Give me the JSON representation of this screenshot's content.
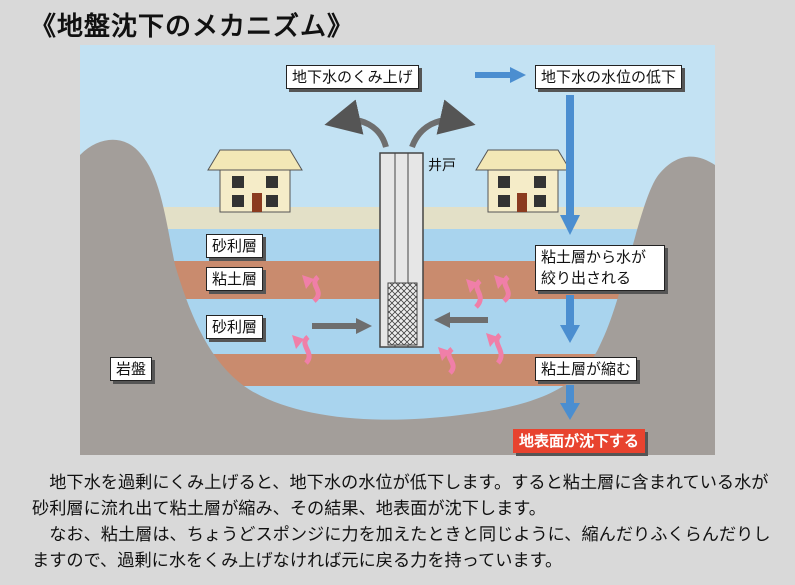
{
  "title": "《地盤沈下のメカニズム》",
  "labels": {
    "pumping": "地下水のくみ上げ",
    "water_level_drop": "地下水の水位の低下",
    "well": "井戸",
    "gravel1": "砂利層",
    "clay": "粘土層",
    "gravel2": "砂利層",
    "bedrock": "岩盤",
    "squeezed": "粘土層から水が絞り出される",
    "shrink": "粘土層が縮む",
    "subsidence": "地表面が沈下する"
  },
  "body": {
    "para1": "地下水を過剰にくみ上げると、地下水の水位が低下します。すると粘土層に含まれている水が砂利層に流れ出て粘土層が縮み、その結果、地表面が沈下します。",
    "para2": "なお、粘土層は、ちょうどスポンジに力を加えたときと同じように、縮んだりふくらんだりしますので、過剰に水をくみ上げなければ元に戻る力を持っています。"
  }
}
